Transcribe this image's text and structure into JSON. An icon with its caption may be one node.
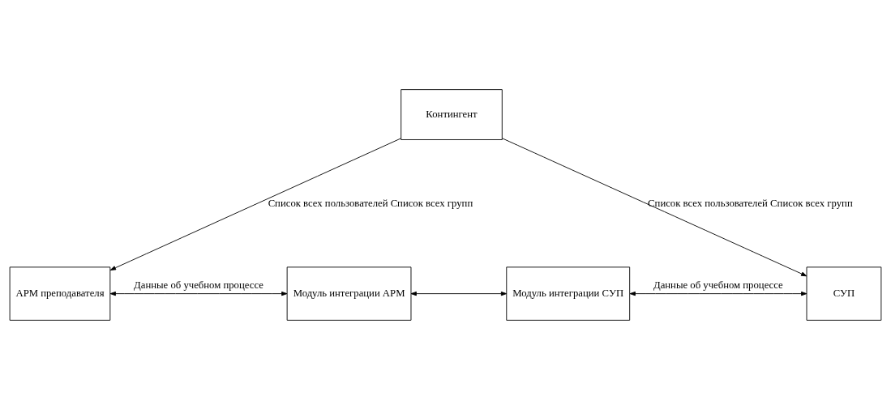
{
  "diagram": {
    "nodes": [
      {
        "text": [
          "Контингент"
        ]
      },
      {
        "text": [
          "АРМ преподавателя"
        ]
      },
      {
        "text": [
          "Модуль интеграции АРМ"
        ]
      },
      {
        "text": [
          "Модуль интеграции СУП"
        ]
      },
      {
        "text": [
          "СУП"
        ]
      }
    ],
    "edges": [
      {
        "from": 0,
        "to": 1,
        "arrow": "to",
        "label": "Список всех пользователей Список всех групп"
      },
      {
        "from": 0,
        "to": 4,
        "arrow": "to",
        "label": "Список всех пользователей Список всех групп"
      },
      {
        "from": 1,
        "to": 2,
        "arrow": "both",
        "label": "Данные об учебном процессе"
      },
      {
        "from": 2,
        "to": 3,
        "arrow": "both"
      },
      {
        "from": 3,
        "to": 4,
        "arrow": "both",
        "label": "Данные об учебном процессе"
      }
    ]
  }
}
